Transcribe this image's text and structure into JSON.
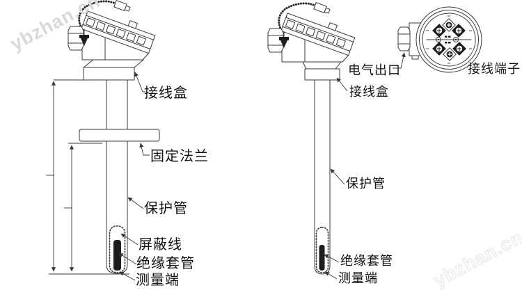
{
  "watermark": {
    "text": "ybzhan.cn"
  },
  "left_view": {
    "labels": {
      "junction_box": "接线盒",
      "fixed_flange": "固定法兰",
      "protection_tube": "保护管",
      "shield_wire": "屏蔽线",
      "insulation_sleeve": "绝缘套管",
      "measuring_end": "测量端"
    }
  },
  "right_view": {
    "labels": {
      "electrical_outlet": "电气出口",
      "junction_box": "接线盒",
      "protection_tube": "保护管",
      "insulation_sleeve": "绝缘套管",
      "measuring_end": "测量端",
      "terminal_block": "接线端子"
    }
  }
}
